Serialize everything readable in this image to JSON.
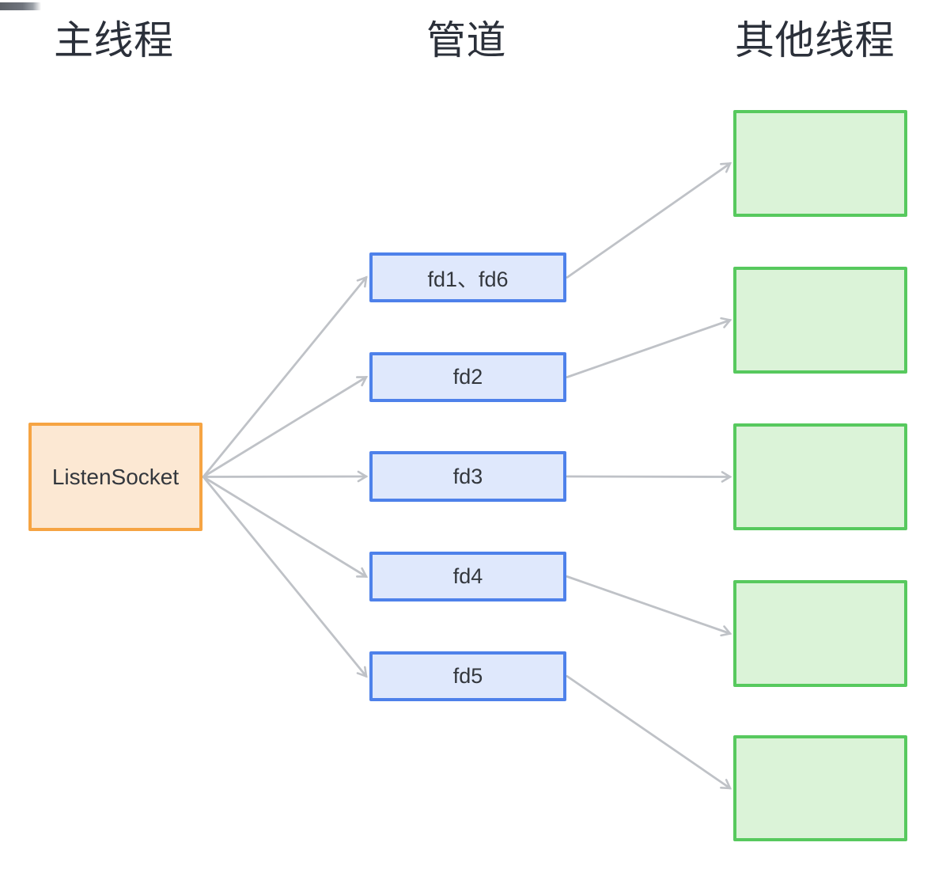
{
  "headers": {
    "main_thread": "主线程",
    "pipe": "管道",
    "other_threads": "其他线程"
  },
  "nodes": {
    "listen_socket": {
      "label": "ListenSocket"
    },
    "fd1": {
      "label": "fd1、fd6"
    },
    "fd2": {
      "label": "fd2"
    },
    "fd3": {
      "label": "fd3"
    },
    "fd4": {
      "label": "fd4"
    },
    "fd5": {
      "label": "fd5"
    },
    "other_thread_boxes": {
      "count": 5,
      "labels": [
        "",
        "",
        "",
        "",
        ""
      ]
    }
  },
  "connections": [
    {
      "from": "listen_socket",
      "to": "fd1"
    },
    {
      "from": "listen_socket",
      "to": "fd2"
    },
    {
      "from": "listen_socket",
      "to": "fd3"
    },
    {
      "from": "listen_socket",
      "to": "fd4"
    },
    {
      "from": "listen_socket",
      "to": "fd5"
    },
    {
      "from": "fd1",
      "to": "thread1"
    },
    {
      "from": "fd2",
      "to": "thread2"
    },
    {
      "from": "fd3",
      "to": "thread3"
    },
    {
      "from": "fd4",
      "to": "thread4"
    },
    {
      "from": "fd5",
      "to": "thread5"
    }
  ],
  "colors": {
    "background": "#ffffff",
    "header_text": "#2b303a",
    "node_text": "#33373d",
    "orange_border": "#f6a443",
    "orange_fill": "#fce8d3",
    "blue_border": "#4e81ea",
    "blue_fill": "#dfe8fc",
    "green_border": "#57c95e",
    "green_fill": "#dbf3d8",
    "arrow": "#bfc2c7"
  }
}
